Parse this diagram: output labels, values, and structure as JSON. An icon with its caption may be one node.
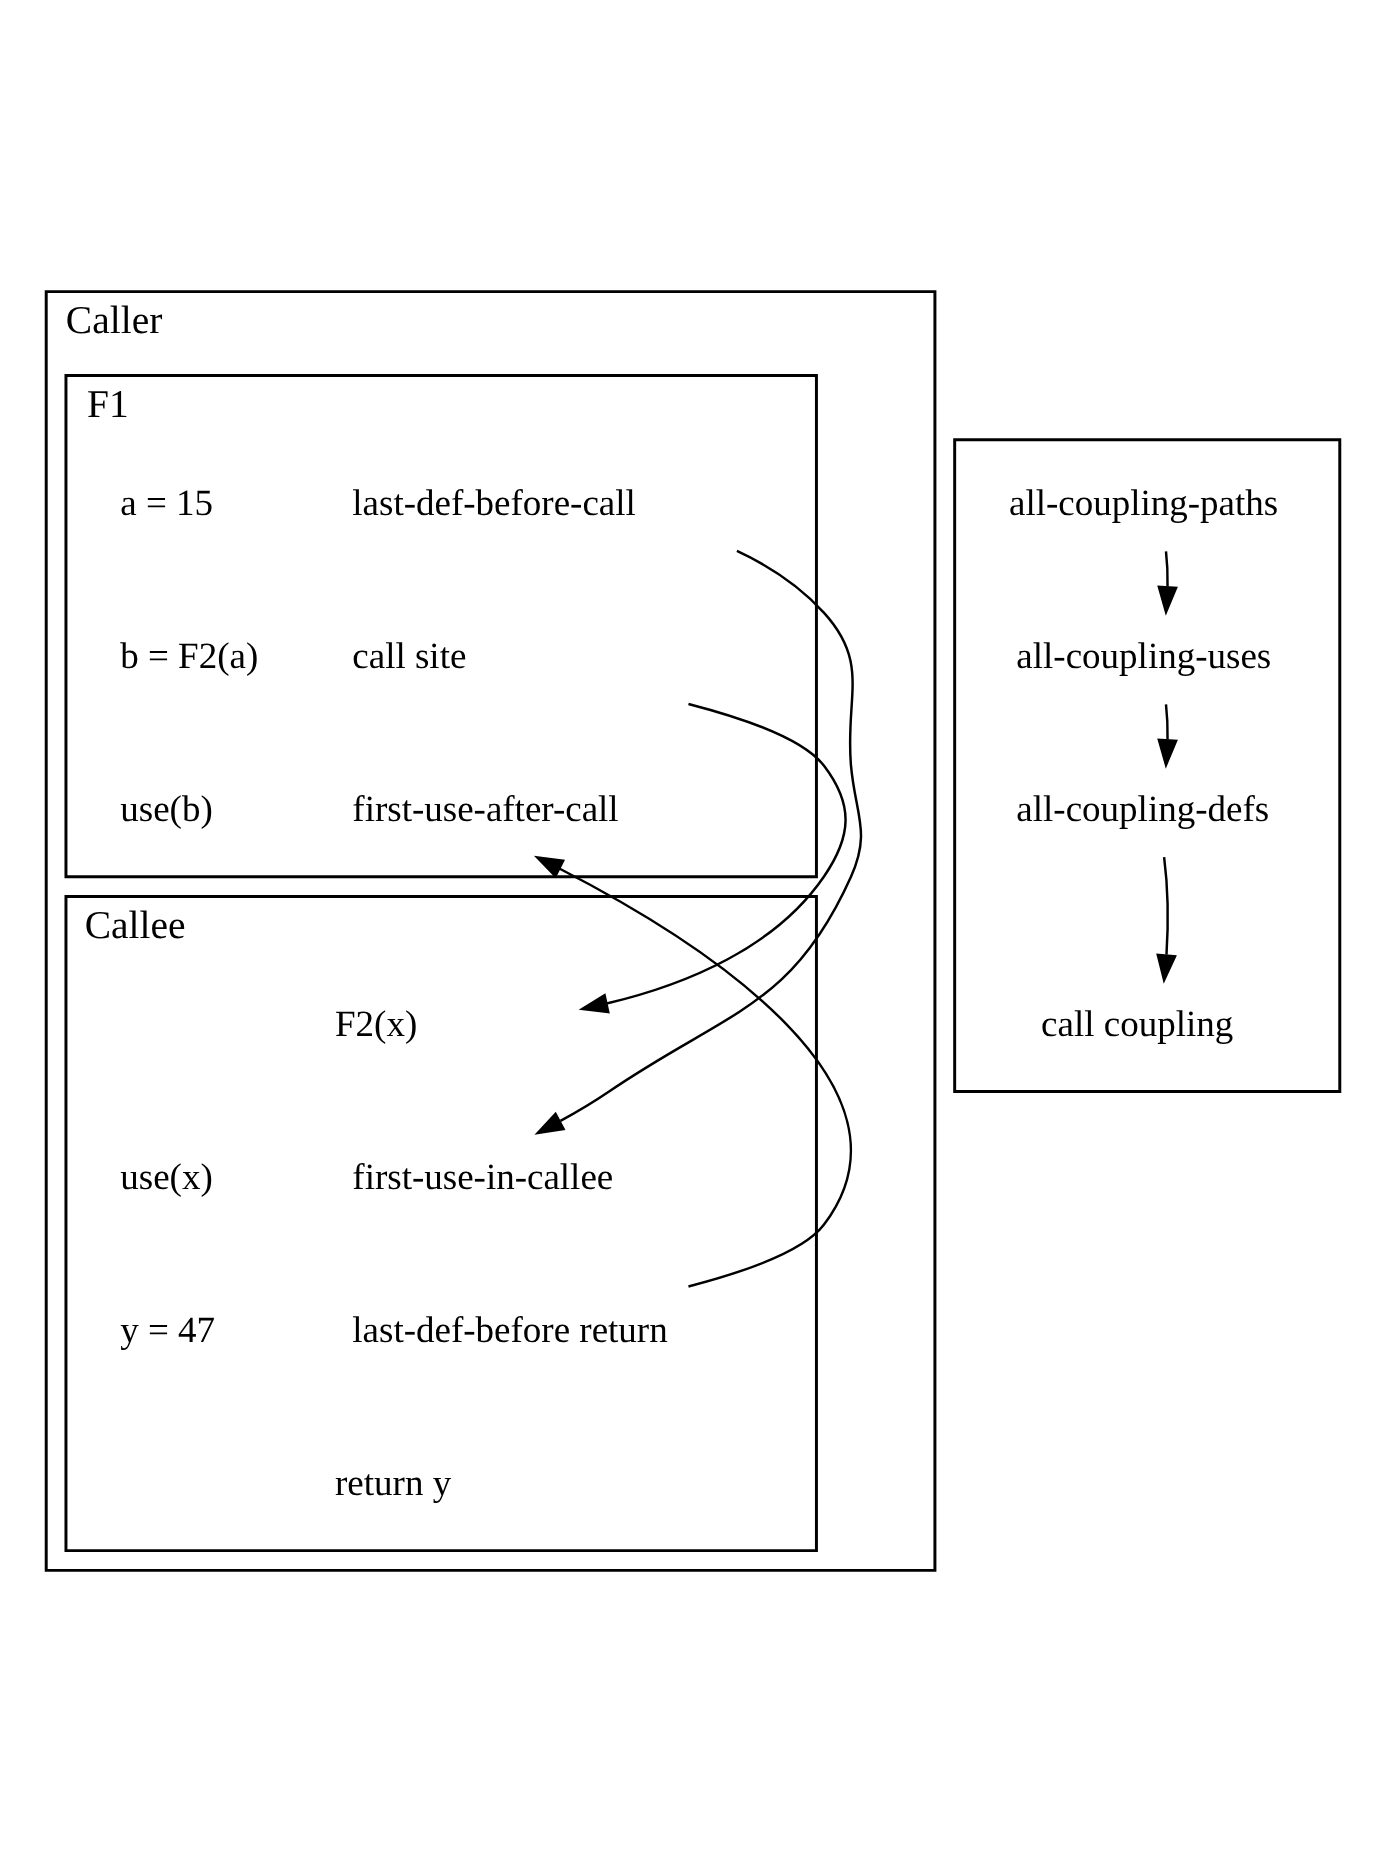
{
  "diagram": {
    "nodes": [
      {
        "text": [
          "Caller"
        ]
      },
      {
        "text": [
          "F1"
        ],
        "in": 0
      },
      {
        "text": [
          "a = 15"
        ],
        "in": 1,
        "beside": [
          "last-def-before-call"
        ]
      },
      {
        "text": [
          "b = F2(a)"
        ],
        "in": 1,
        "beside": [
          "call site"
        ]
      },
      {
        "text": [
          "use(b)"
        ],
        "in": 1,
        "beside": [
          "first-use-after-call"
        ]
      },
      {
        "text": [
          "Callee"
        ],
        "in": 0
      },
      {
        "text": [
          "F2(x)"
        ],
        "in": 5
      },
      {
        "text": [
          "use(x)"
        ],
        "in": 5,
        "beside": [
          "first-use-in-callee"
        ]
      },
      {
        "text": [
          "y = 47"
        ],
        "in": 5,
        "beside": [
          "last-def-before return"
        ]
      },
      {
        "text": [
          "return y"
        ],
        "in": 5
      },
      {
        "text": [],
        "shape": "box"
      },
      {
        "text": [
          "all-coupling-paths"
        ],
        "in": 10
      },
      {
        "text": [
          "all-coupling-uses"
        ],
        "in": 10
      },
      {
        "text": [
          "all-coupling-defs"
        ],
        "in": 10
      },
      {
        "text": [
          "call coupling"
        ],
        "in": 10
      }
    ],
    "edges": [
      {
        "from": 2,
        "to": 7,
        "arrow": "to"
      },
      {
        "from": 3,
        "to": 6,
        "arrow": "to"
      },
      {
        "from": 8,
        "to": 4,
        "arrow": "to"
      },
      {
        "from": 11,
        "to": 12,
        "arrow": "to"
      },
      {
        "from": 12,
        "to": 13,
        "arrow": "to"
      },
      {
        "from": 13,
        "to": 14,
        "arrow": "to"
      }
    ]
  }
}
